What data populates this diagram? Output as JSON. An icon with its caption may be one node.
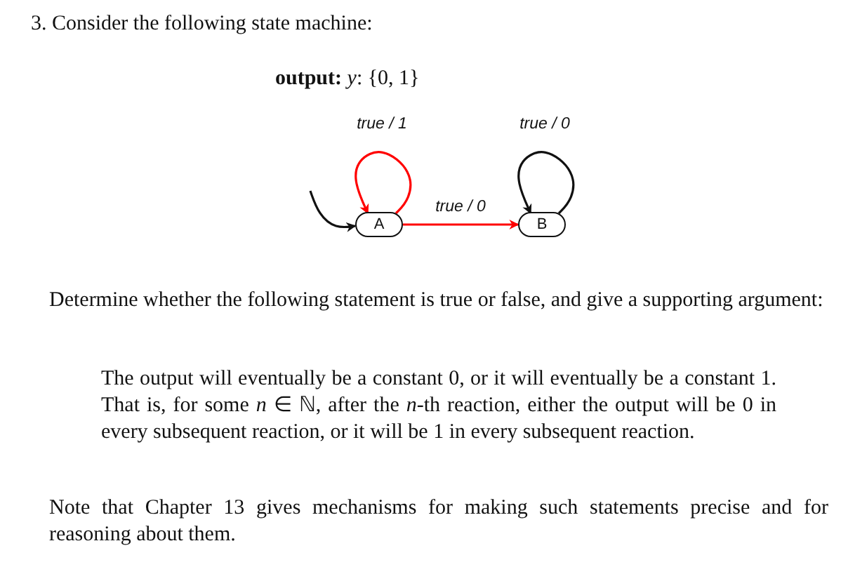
{
  "diagram": {
    "nodes": [
      {
        "text": [
          "A"
        ]
      },
      {
        "text": [
          "B"
        ]
      }
    ],
    "edges": [
      {
        "from": null,
        "to": 0,
        "arrow": "to"
      },
      {
        "from": 0,
        "to": 0,
        "arrow": "to",
        "label": "true / 1",
        "color": "#ff0000"
      },
      {
        "from": 0,
        "to": 1,
        "arrow": "to",
        "label": "true / 0",
        "color": "#ff0000"
      },
      {
        "from": 1,
        "to": 1,
        "arrow": "to",
        "label": "true / 0"
      }
    ],
    "labels": [
      "3. Consider the following state machine:",
      "**output:** *y*: {0, 1}",
      "Determine whether the following statement is true or false, and give a supporting argument:",
      "The output will eventually be a constant 0, or it will eventually be a constant 1. That is, for some *n* ∈ ℕ, after the *n*-th reaction, either the output will be 0 in every subsequent reaction, or it will be 1 in every subsequent reaction.",
      "Note that Chapter 13 gives mechanisms for making such statements precise and for reasoning about them."
    ]
  }
}
